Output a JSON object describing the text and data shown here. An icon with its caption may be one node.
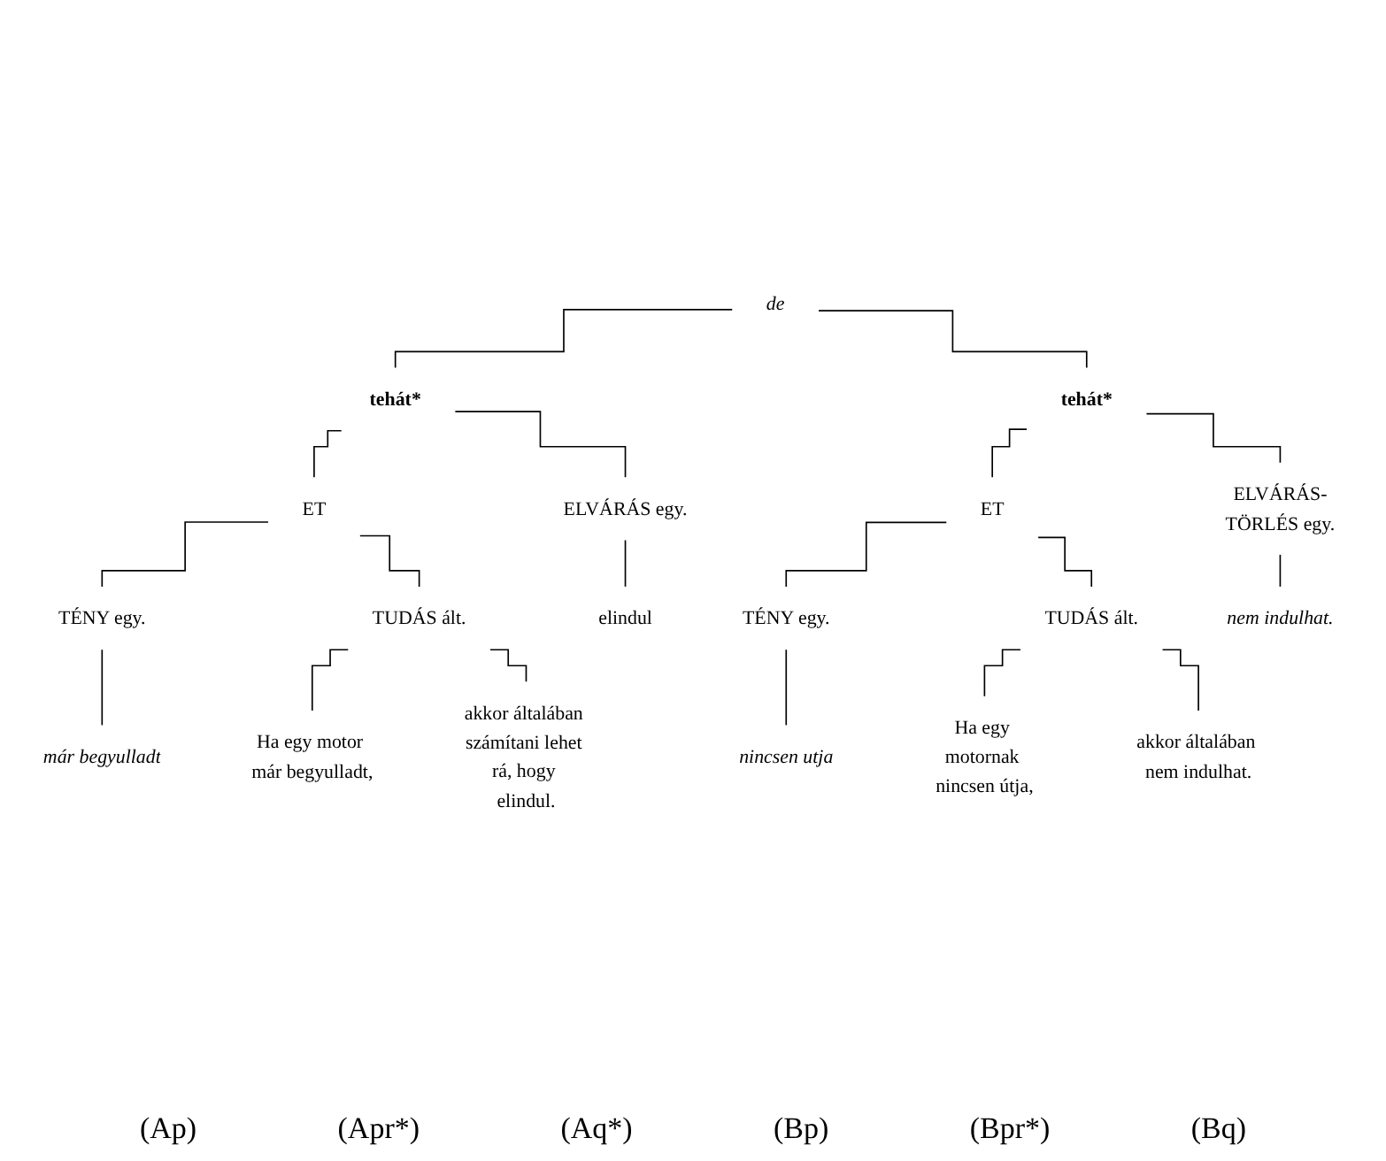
{
  "diagram": {
    "nodes": [
      {
        "text": [
          "de"
        ]
      },
      {
        "text": [
          "tehát*"
        ]
      },
      {
        "text": [
          "tehát*"
        ]
      },
      {
        "text": [
          "ET"
        ]
      },
      {
        "text": [
          "ELVÁRÁS egy."
        ]
      },
      {
        "text": [
          "ET"
        ]
      },
      {
        "text": [
          "ELVÁRÁS-TÖRLÉS egy."
        ]
      },
      {
        "text": [
          "TÉNY egy."
        ]
      },
      {
        "text": [
          "TUDÁS ált."
        ]
      },
      {
        "text": [
          "TÉNY egy."
        ]
      },
      {
        "text": [
          "TUDÁS ált."
        ]
      },
      {
        "text": [
          "Ha egy motor már begyulladt,"
        ]
      },
      {
        "text": [
          "akkor általában számítani lehet rá, hogy elindul."
        ]
      },
      {
        "text": [
          "nincsen utja"
        ]
      },
      {
        "text": [
          "Ha egy motornak nincsen útja,"
        ]
      },
      {
        "text": [
          "akkor általában nem indulhat."
        ]
      },
      {
        "text": [
          "már begyulladt"
        ]
      },
      {
        "text": [
          "elindul"
        ]
      },
      {
        "text": [
          "nem indulhat."
        ]
      }
    ],
    "edges": [
      {
        "from": 0,
        "to": 1,
        "arrow": "none"
      },
      {
        "from": 0,
        "to": 2,
        "arrow": "none"
      },
      {
        "from": 1,
        "to": 3,
        "arrow": "none"
      },
      {
        "from": 1,
        "to": 4,
        "arrow": "none"
      },
      {
        "from": 2,
        "to": 5,
        "arrow": "none"
      },
      {
        "from": 2,
        "to": 6,
        "arrow": "none"
      },
      {
        "from": 3,
        "to": 7,
        "arrow": "none"
      },
      {
        "from": 3,
        "to": 8,
        "arrow": "none"
      },
      {
        "from": 5,
        "to": 9,
        "arrow": "none"
      },
      {
        "from": 5,
        "to": 10,
        "arrow": "none"
      },
      {
        "from": 8,
        "to": 11,
        "arrow": "none"
      },
      {
        "from": 8,
        "to": 12,
        "arrow": "none"
      },
      {
        "from": 9,
        "to": 13,
        "arrow": "none"
      },
      {
        "from": 10,
        "to": 14,
        "arrow": "none"
      },
      {
        "from": 10,
        "to": 15,
        "arrow": "none"
      },
      {
        "from": 7,
        "to": 16,
        "arrow": "none"
      },
      {
        "from": 4,
        "to": 17,
        "arrow": "none"
      },
      {
        "from": 6,
        "to": 18,
        "arrow": "none"
      }
    ],
    "labels": [
      "(Ap)",
      "(Apr*)",
      "(Aq*)",
      "(Bp)",
      "(Bpr*)",
      "(Bq)"
    ]
  }
}
